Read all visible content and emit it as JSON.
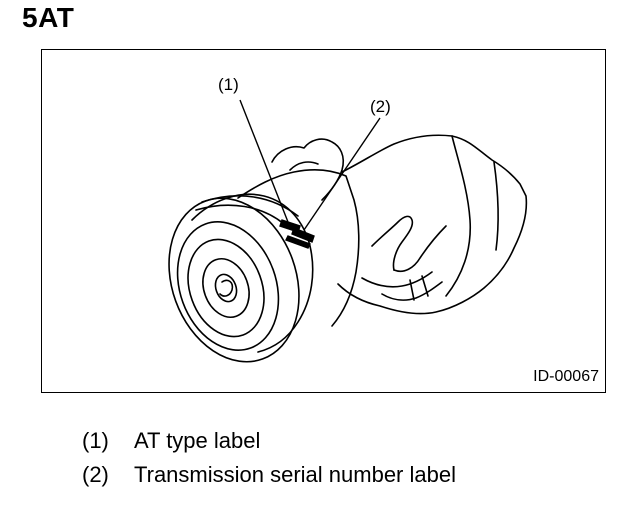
{
  "heading": "5AT",
  "figure": {
    "callouts": [
      "(1)",
      "(2)"
    ],
    "figure_id": "ID-00067"
  },
  "legend": [
    {
      "num": "(1)",
      "text": "AT type label"
    },
    {
      "num": "(2)",
      "text": "Transmission serial number label"
    }
  ]
}
